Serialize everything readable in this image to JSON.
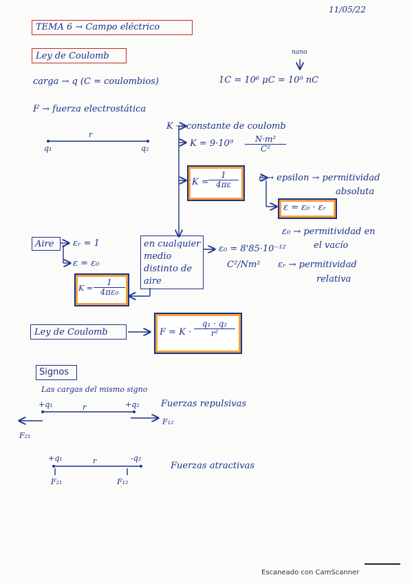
{
  "date": "11/05/22",
  "title": "TEMA 6 → Campo eléctrico",
  "section_law": "Ley de Coulomb",
  "nano_note": "nano",
  "charge_line": "carga → q (C = coulombios)",
  "units_line": "1C = 10⁶ μC = 10⁹ nC",
  "force_line": "F → fuerza electrostática",
  "r_label": "r",
  "q1_label": "q₁",
  "q2_label": "q₂",
  "k_def": "K → constante de coulomb",
  "k_value": "K = 9·10⁹",
  "k_units_num": "N·m²",
  "k_units_den": "C²",
  "k_formula_lhs": "K =",
  "k_formula_num": "1",
  "k_formula_den": "4πε",
  "epsilon_def": "ε → epsilon → permitividad",
  "epsilon_def2": "absoluta",
  "epsilon_formula": "ε = ε₀ · εᵣ",
  "eps0_def": "ε₀ → permitividad en",
  "eps0_def2": "el vacío",
  "eps0_value": "ε₀ = 8'85·10⁻¹²",
  "eps0_units": "C²/Nm²",
  "epsr_def": "εᵣ → permitividad",
  "epsr_def2": "relativa",
  "aire_label": "Aire",
  "aire_er": "εᵣ = 1",
  "aire_e": "ε = ε₀",
  "aire_k_lhs": "K =",
  "aire_k_num": "1",
  "aire_k_den": "4πε₀",
  "medio_text": [
    "en cualquier",
    "medio",
    "distinto de",
    "aire"
  ],
  "law_label": "Ley de Coulomb",
  "law_formula_lhs": "F = K ·",
  "law_formula_num": "q₁ · q₂",
  "law_formula_den": "r²",
  "signos_title": "Signos",
  "signos_sub": "Las cargas del mismo signo",
  "rep_q1": "+q₁",
  "rep_q2": "+q₂",
  "rep_r": "r",
  "rep_text": "Fuerzas repulsivas",
  "f12": "F₁₂",
  "f21": "F₂₁",
  "att_q1": "+q₁",
  "att_q2": "-q₂",
  "att_r": "r",
  "att_text": "Fuerzas atractivas",
  "footer": "Escaneado con CamScanner",
  "colors": {
    "ink": "#1c2f8a",
    "red": "#c62828",
    "orange": "#f2a33a"
  }
}
